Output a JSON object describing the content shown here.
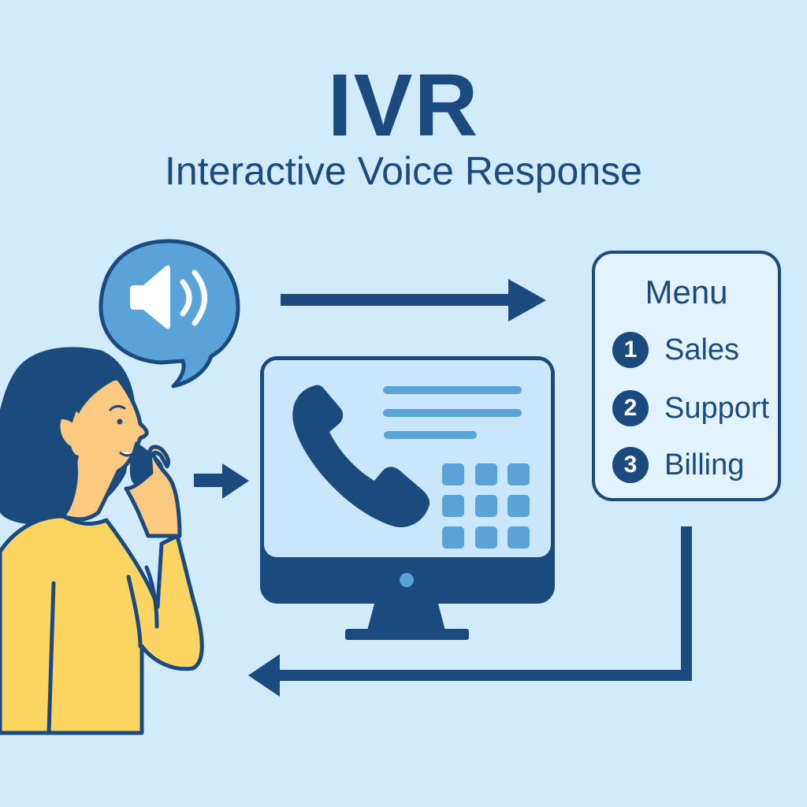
{
  "header": {
    "title": "IVR",
    "subtitle": "Interactive Voice Response"
  },
  "menu": {
    "title": "Menu",
    "items": [
      {
        "number": "1",
        "label": "Sales"
      },
      {
        "number": "2",
        "label": "Support"
      },
      {
        "number": "3",
        "label": "Billing"
      }
    ]
  },
  "icons": {
    "speech_bubble": "speaker-volume-icon",
    "monitor": "computer-monitor-icon",
    "phone": "telephone-handset-icon",
    "keypad": "keypad-grid-icon"
  },
  "colors": {
    "background": "#d2ebfb",
    "primary_navy": "#1b4a7e",
    "accent_blue": "#5aa3d9",
    "skin": "#fbc97f",
    "shirt": "#fbd461",
    "screen": "#c9e6fa"
  }
}
